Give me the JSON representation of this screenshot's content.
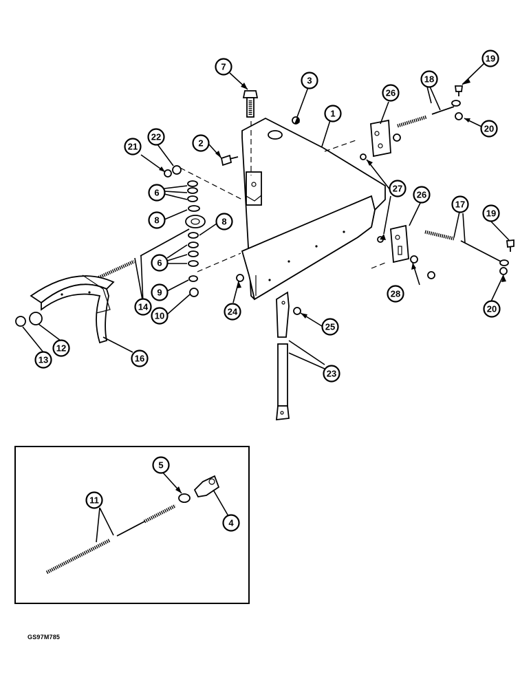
{
  "figure_code": "GS97M785",
  "callouts": [
    {
      "label": "1"
    },
    {
      "label": "2"
    },
    {
      "label": "3"
    },
    {
      "label": "7"
    },
    {
      "label": "26"
    },
    {
      "label": "18"
    },
    {
      "label": "19"
    },
    {
      "label": "20"
    },
    {
      "label": "21"
    },
    {
      "label": "22"
    },
    {
      "label": "6"
    },
    {
      "label": "8"
    },
    {
      "label": "8"
    },
    {
      "label": "6"
    },
    {
      "label": "9"
    },
    {
      "label": "10"
    },
    {
      "label": "14"
    },
    {
      "label": "24"
    },
    {
      "label": "27"
    },
    {
      "label": "26"
    },
    {
      "label": "17"
    },
    {
      "label": "19"
    },
    {
      "label": "28"
    },
    {
      "label": "20"
    },
    {
      "label": "25"
    },
    {
      "label": "23"
    },
    {
      "label": "13"
    },
    {
      "label": "12"
    },
    {
      "label": "16"
    },
    {
      "label": "5"
    },
    {
      "label": "11"
    },
    {
      "label": "4"
    }
  ]
}
